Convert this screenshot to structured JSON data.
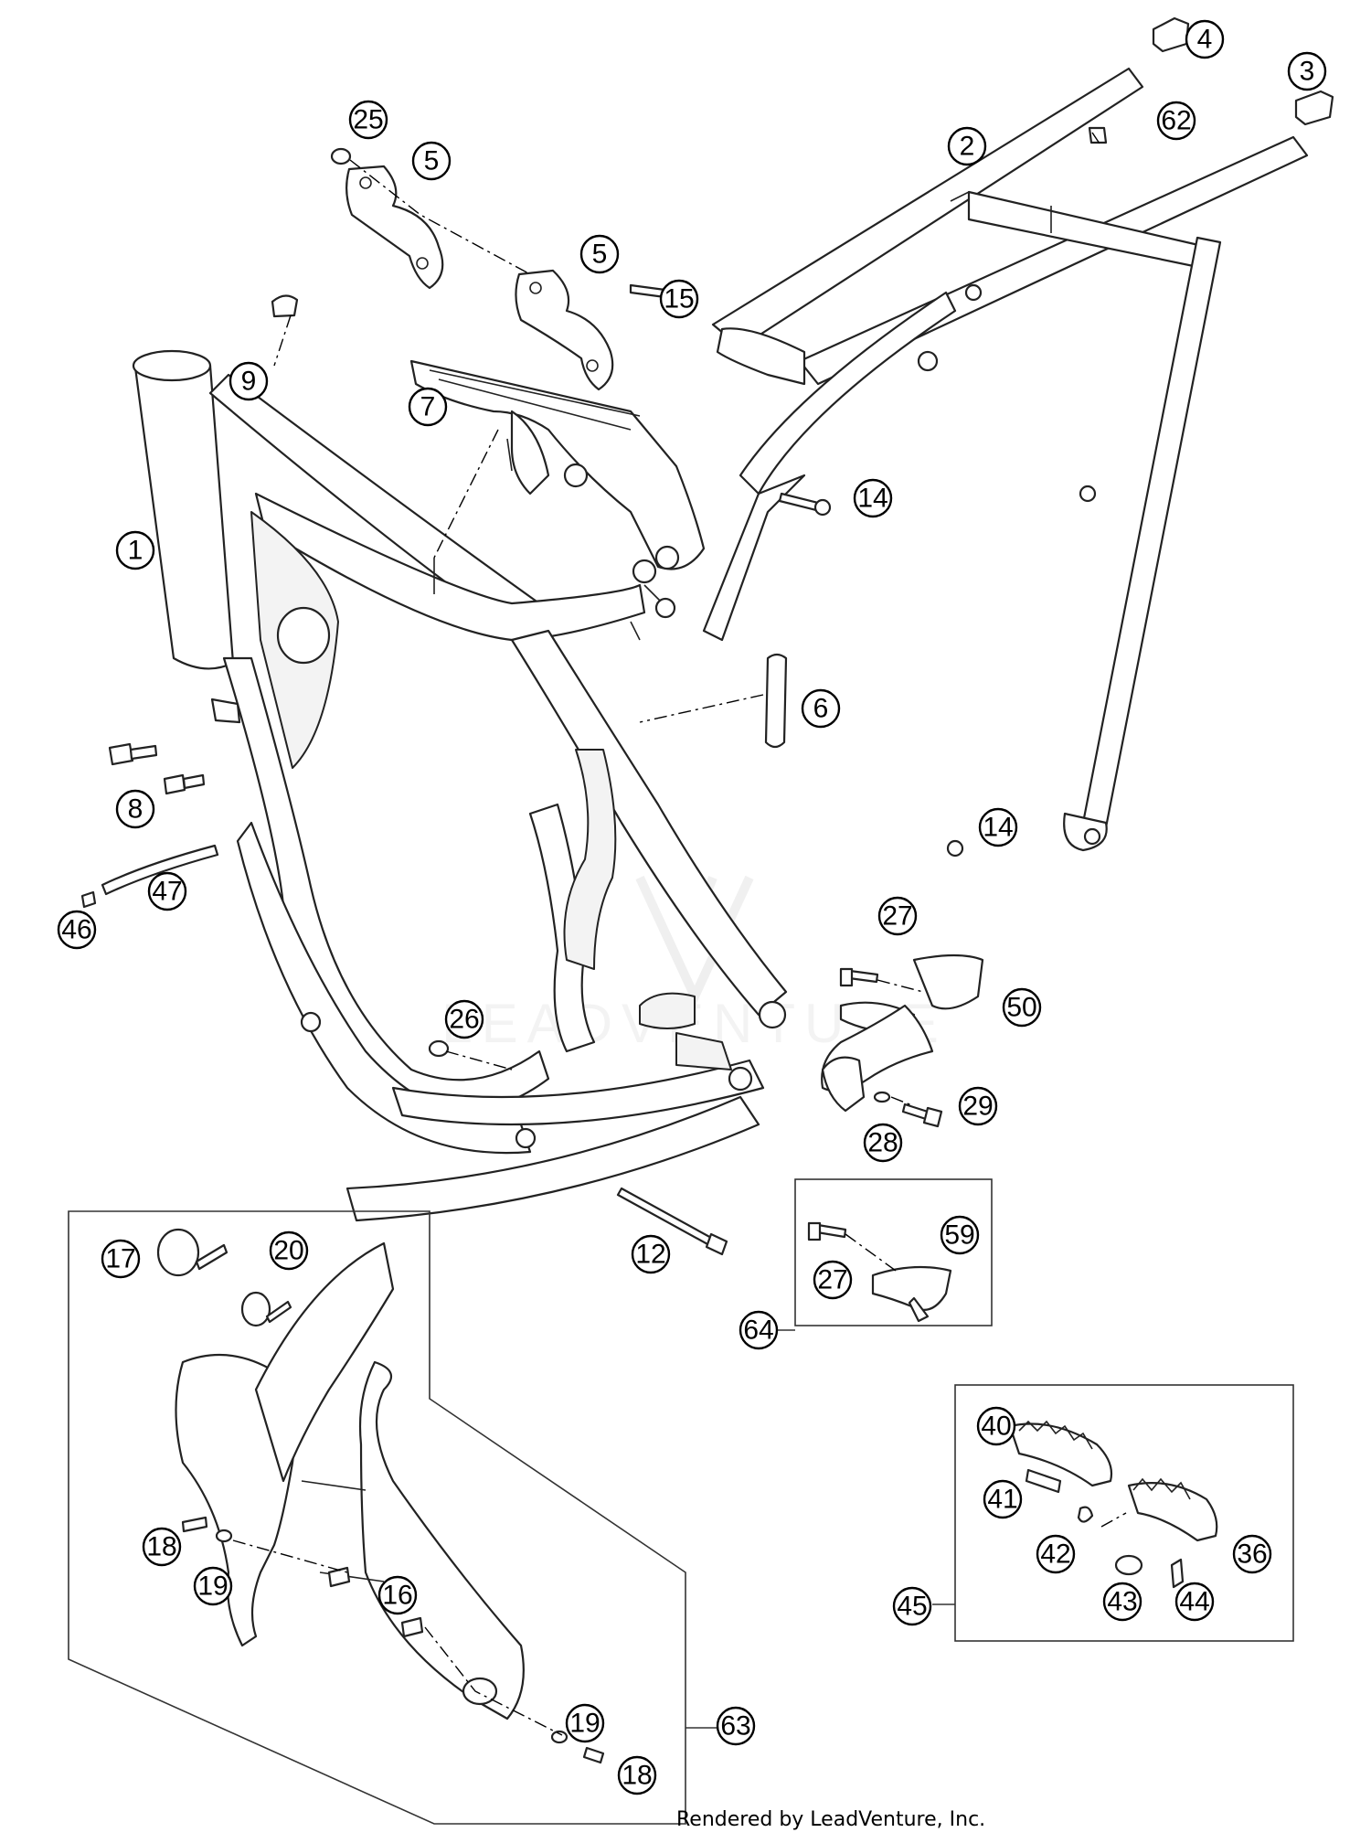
{
  "callouts": [
    {
      "label": "1"
    },
    {
      "label": "2"
    },
    {
      "label": "3"
    },
    {
      "label": "4"
    },
    {
      "label": "5"
    },
    {
      "label": "5"
    },
    {
      "label": "6"
    },
    {
      "label": "7"
    },
    {
      "label": "8"
    },
    {
      "label": "9"
    },
    {
      "label": "12"
    },
    {
      "label": "14"
    },
    {
      "label": "14"
    },
    {
      "label": "15"
    },
    {
      "label": "16"
    },
    {
      "label": "17"
    },
    {
      "label": "18"
    },
    {
      "label": "18"
    },
    {
      "label": "19"
    },
    {
      "label": "19"
    },
    {
      "label": "20"
    },
    {
      "label": "25"
    },
    {
      "label": "26"
    },
    {
      "label": "27"
    },
    {
      "label": "27"
    },
    {
      "label": "28"
    },
    {
      "label": "29"
    },
    {
      "label": "36"
    },
    {
      "label": "40"
    },
    {
      "label": "41"
    },
    {
      "label": "42"
    },
    {
      "label": "43"
    },
    {
      "label": "44"
    },
    {
      "label": "45"
    },
    {
      "label": "46"
    },
    {
      "label": "47"
    },
    {
      "label": "50"
    },
    {
      "label": "59"
    },
    {
      "label": "62"
    },
    {
      "label": "63"
    },
    {
      "label": "64"
    }
  ],
  "watermark": "LEADVENTURE",
  "footer": "Rendered by LeadVenture, Inc."
}
